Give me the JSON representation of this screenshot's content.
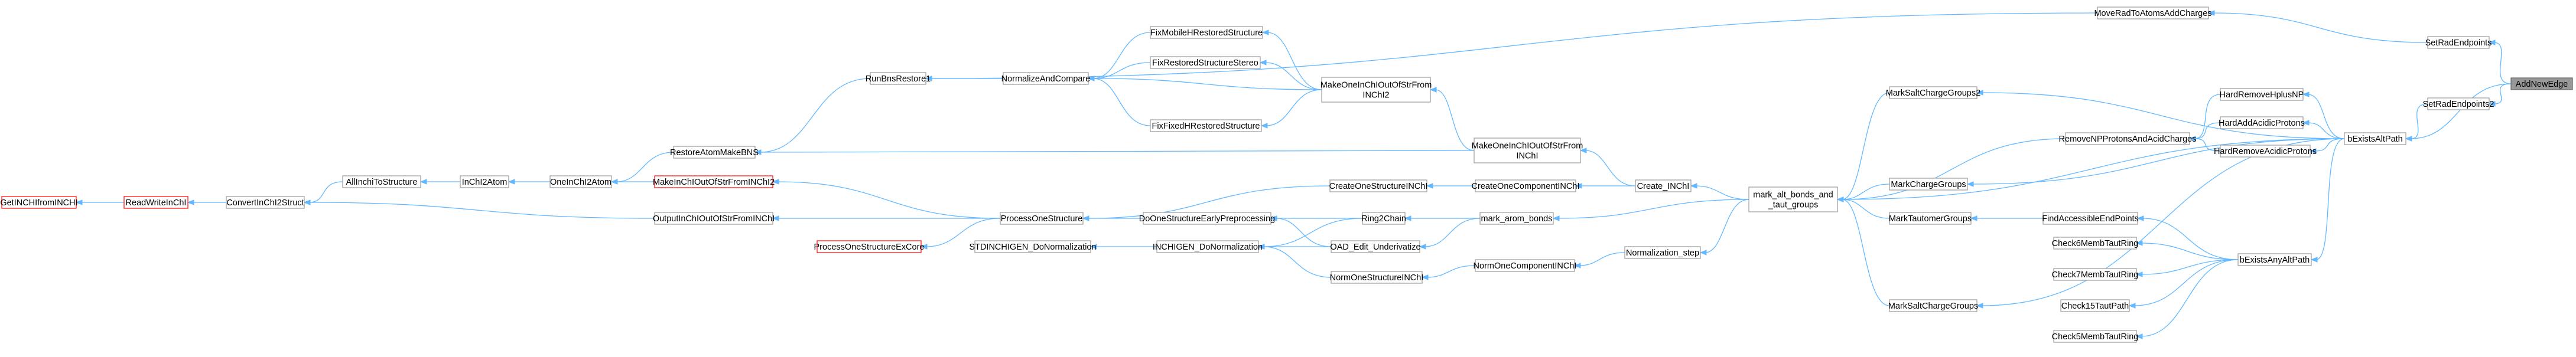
{
  "diagram": {
    "nodes": [
      {
        "id": "AddNewEdge",
        "label": "AddNewEdge",
        "lines": [
          "AddNewEdge"
        ],
        "style": "root"
      },
      {
        "id": "SetRadEndpoints",
        "label": "SetRadEndpoints",
        "lines": [
          "SetRadEndpoints"
        ],
        "style": "normal"
      },
      {
        "id": "SetRadEndpoints2",
        "label": "SetRadEndpoints2",
        "lines": [
          "SetRadEndpoints2"
        ],
        "style": "normal"
      },
      {
        "id": "MoveRadToAtomsAddCharges",
        "label": "MoveRadToAtomsAddCharges",
        "lines": [
          "MoveRadToAtomsAddCharges"
        ],
        "style": "normal"
      },
      {
        "id": "bExistsAltPath",
        "label": "bExistsAltPath",
        "lines": [
          "bExistsAltPath"
        ],
        "style": "normal"
      },
      {
        "id": "RunBnsRestore1",
        "label": "RunBnsRestore1",
        "lines": [
          "RunBnsRestore1"
        ],
        "style": "normal"
      },
      {
        "id": "HardRemoveHplusNP",
        "label": "HardRemoveHplusNP",
        "lines": [
          "HardRemoveHplusNP"
        ],
        "style": "normal"
      },
      {
        "id": "HardAddAcidicProtons",
        "label": "HardAddAcidicProtons",
        "lines": [
          "HardAddAcidicProtons"
        ],
        "style": "normal"
      },
      {
        "id": "HardRemoveAcidicProtons",
        "label": "HardRemoveAcidicProtons",
        "lines": [
          "HardRemoveAcidicProtons"
        ],
        "style": "normal"
      },
      {
        "id": "MarkChargeGroups",
        "label": "MarkChargeGroups",
        "lines": [
          "MarkChargeGroups"
        ],
        "style": "normal"
      },
      {
        "id": "MarkSaltChargeGroups2",
        "label": "MarkSaltChargeGroups2",
        "lines": [
          "MarkSaltChargeGroups2"
        ],
        "style": "normal"
      },
      {
        "id": "RemoveNPProtonsAndAcidCharges",
        "label": "RemoveNPProtonsAndAcidCharges",
        "lines": [
          "RemoveNPProtonsAndAcidCharges"
        ],
        "style": "normal"
      },
      {
        "id": "bExistsAnyAltPath",
        "label": "bExistsAnyAltPath",
        "lines": [
          "bExistsAnyAltPath"
        ],
        "style": "normal"
      },
      {
        "id": "RestoreAtomMakeBNS",
        "label": "RestoreAtomMakeBNS",
        "lines": [
          "RestoreAtomMakeBNS"
        ],
        "style": "normal"
      },
      {
        "id": "NormalizeAndCompare",
        "label": "NormalizeAndCompare",
        "lines": [
          "NormalizeAndCompare"
        ],
        "style": "normal"
      },
      {
        "id": "ConvertInChI2Struct",
        "label": "ConvertInChI2Struct",
        "lines": [
          "ConvertInChI2Struct"
        ],
        "style": "normal"
      },
      {
        "id": "AllInchiToStructure",
        "label": "AllInchiToStructure",
        "lines": [
          "AllInchiToStructure"
        ],
        "style": "normal"
      },
      {
        "id": "InChI2Atom",
        "label": "InChI2Atom",
        "lines": [
          "InChI2Atom"
        ],
        "style": "normal"
      },
      {
        "id": "OneInChI2Atom",
        "label": "OneInChI2Atom",
        "lines": [
          "OneInChI2Atom"
        ],
        "style": "normal"
      },
      {
        "id": "ReadWriteInChI",
        "label": "ReadWriteInChI",
        "lines": [
          "ReadWriteInChI"
        ],
        "style": "red"
      },
      {
        "id": "GetINCHIfromINCHI",
        "label": "GetINCHIfromINCHI",
        "lines": [
          "GetINCHIfromINCHI"
        ],
        "style": "red"
      },
      {
        "id": "MakeInChIOutOfStrFromINChI2",
        "label": "MakeInChIOutOfStrFromINChI2",
        "lines": [
          "MakeInChIOutOfStrFromINChI2"
        ],
        "style": "red"
      },
      {
        "id": "ProcessOneStructure",
        "label": "ProcessOneStructure",
        "lines": [
          "ProcessOneStructure"
        ],
        "style": "normal"
      },
      {
        "id": "OutputInChIOutOfStrFromINChI",
        "label": "OutputInChIOutOfStrFromINChI",
        "lines": [
          "OutputInChIOutOfStrFromINChI"
        ],
        "style": "normal"
      },
      {
        "id": "ProcessOneStructureExCore",
        "label": "ProcessOneStructureExCore",
        "lines": [
          "ProcessOneStructureExCore"
        ],
        "style": "red"
      },
      {
        "id": "STDINCHIGEN_DoNormalization",
        "label": "STDINCHIGEN_DoNormalization",
        "lines": [
          "STDINCHIGEN_DoNormalization"
        ],
        "style": "normal"
      },
      {
        "id": "INCHIGEN_DoNormalization",
        "label": "INCHIGEN_DoNormalization",
        "lines": [
          "INCHIGEN_DoNormalization"
        ],
        "style": "normal"
      },
      {
        "id": "DoOneStructureEarlyPreprocessing",
        "label": "DoOneStructureEarlyPreprocessing",
        "lines": [
          "DoOneStructureEarlyPreprocessing"
        ],
        "style": "normal"
      },
      {
        "id": "CreateOneStructureINChI",
        "label": "CreateOneStructureINChI",
        "lines": [
          "CreateOneStructureINChI"
        ],
        "style": "normal"
      },
      {
        "id": "Ring2Chain",
        "label": "Ring2Chain",
        "lines": [
          "Ring2Chain"
        ],
        "style": "normal"
      },
      {
        "id": "OAD_Edit_Underivatize",
        "label": "OAD_Edit_Underivatize",
        "lines": [
          "OAD_Edit_Underivatize"
        ],
        "style": "normal"
      },
      {
        "id": "NormOneStructureINChI",
        "label": "NormOneStructureINChI",
        "lines": [
          "NormOneStructureINChI"
        ],
        "style": "normal"
      },
      {
        "id": "FixMobileHRestoredStructure",
        "label": "FixMobileHRestoredStructure",
        "lines": [
          "FixMobileHRestoredStructure"
        ],
        "style": "normal"
      },
      {
        "id": "FixRestoredStructureStereo",
        "label": "FixRestoredStructureStereo",
        "lines": [
          "FixRestoredStructureStereo"
        ],
        "style": "normal"
      },
      {
        "id": "FixFixedHRestoredStructure",
        "label": "FixFixedHRestoredStructure",
        "lines": [
          "FixFixedHRestoredStructure"
        ],
        "style": "normal"
      },
      {
        "id": "MakeOneInChIOutOfStrFromINChI2",
        "label": "MakeOneInChIOutOfStrFromINChI2",
        "lines": [
          "MakeOneInChIOutOfStrFrom",
          "INChI2"
        ],
        "style": "normal"
      },
      {
        "id": "MakeOneInChIOutOfStrFromINChI",
        "label": "MakeOneInChIOutOfStrFromINChI",
        "lines": [
          "MakeOneInChIOutOfStrFrom",
          "INChI"
        ],
        "style": "normal"
      },
      {
        "id": "CreateOneComponentINChI",
        "label": "CreateOneComponentINChI",
        "lines": [
          "CreateOneComponentINChI"
        ],
        "style": "normal"
      },
      {
        "id": "Create_INChI",
        "label": "Create_INChI",
        "lines": [
          "Create_INChI"
        ],
        "style": "normal"
      },
      {
        "id": "mark_arom_bonds",
        "label": "mark_arom_bonds",
        "lines": [
          "mark_arom_bonds"
        ],
        "style": "normal"
      },
      {
        "id": "NormOneComponentINChI",
        "label": "NormOneComponentINChI",
        "lines": [
          "NormOneComponentINChI"
        ],
        "style": "normal"
      },
      {
        "id": "Normalization_step",
        "label": "Normalization_step",
        "lines": [
          "Normalization_step"
        ],
        "style": "normal"
      },
      {
        "id": "mark_alt_bonds_and_taut_groups",
        "label": "mark_alt_bonds_and_taut_groups",
        "lines": [
          "mark_alt_bonds_and",
          "_taut_groups"
        ],
        "style": "normal"
      },
      {
        "id": "MarkTautomerGroups",
        "label": "MarkTautomerGroups",
        "lines": [
          "MarkTautomerGroups"
        ],
        "style": "normal"
      },
      {
        "id": "MarkSaltChargeGroups",
        "label": "MarkSaltChargeGroups",
        "lines": [
          "MarkSaltChargeGroups"
        ],
        "style": "normal"
      },
      {
        "id": "FindAccessibleEndPoints",
        "label": "FindAccessibleEndPoints",
        "lines": [
          "FindAccessibleEndPoints"
        ],
        "style": "normal"
      },
      {
        "id": "Check6MembTautRing",
        "label": "Check6MembTautRing",
        "lines": [
          "Check6MembTautRing"
        ],
        "style": "normal"
      },
      {
        "id": "Check7MembTautRing",
        "label": "Check7MembTautRing",
        "lines": [
          "Check7MembTautRing"
        ],
        "style": "normal"
      },
      {
        "id": "Check15TautPath",
        "label": "Check15TautPath",
        "lines": [
          "Check15TautPath"
        ],
        "style": "normal"
      },
      {
        "id": "Check5MembTautRing",
        "label": "Check5MembTautRing",
        "lines": [
          "Check5MembTautRing"
        ],
        "style": "normal"
      }
    ],
    "edges": [
      [
        "SetRadEndpoints",
        "AddNewEdge"
      ],
      [
        "SetRadEndpoints2",
        "AddNewEdge"
      ],
      [
        "bExistsAltPath",
        "AddNewEdge"
      ],
      [
        "MoveRadToAtomsAddCharges",
        "SetRadEndpoints"
      ],
      [
        "RunBnsRestore1",
        "MoveRadToAtomsAddCharges"
      ],
      [
        "RestoreAtomMakeBNS",
        "RunBnsRestore1"
      ],
      [
        "ConvertInChI2Struct",
        "AllInchiToStructure"
      ],
      [
        "AllInchiToStructure",
        "InChI2Atom"
      ],
      [
        "InChI2Atom",
        "OneInChI2Atom"
      ],
      [
        "OneInChI2Atom",
        "RestoreAtomMakeBNS"
      ],
      [
        "ReadWriteInChI",
        "ConvertInChI2Struct"
      ],
      [
        "GetINCHIfromINCHI",
        "ReadWriteInChI"
      ],
      [
        "bExistsAltPath",
        "SetRadEndpoints2"
      ],
      [
        "HardRemoveHplusNP",
        "bExistsAltPath"
      ],
      [
        "HardAddAcidicProtons",
        "bExistsAltPath"
      ],
      [
        "HardRemoveAcidicProtons",
        "bExistsAltPath"
      ],
      [
        "MarkChargeGroups",
        "bExistsAltPath"
      ],
      [
        "MarkSaltChargeGroups2",
        "bExistsAltPath"
      ],
      [
        "MarkSaltChargeGroups",
        "bExistsAltPath"
      ],
      [
        "bExistsAnyAltPath",
        "bExistsAltPath"
      ],
      [
        "mark_alt_bonds_and_taut_groups",
        "bExistsAltPath"
      ],
      [
        "RemoveNPProtonsAndAcidCharges",
        "HardRemoveHplusNP"
      ],
      [
        "RemoveNPProtonsAndAcidCharges",
        "HardAddAcidicProtons"
      ],
      [
        "RemoveNPProtonsAndAcidCharges",
        "HardRemoveAcidicProtons"
      ],
      [
        "mark_alt_bonds_and_taut_groups",
        "MarkChargeGroups"
      ],
      [
        "mark_alt_bonds_and_taut_groups",
        "MarkSaltChargeGroups2"
      ],
      [
        "mark_alt_bonds_and_taut_groups",
        "RemoveNPProtonsAndAcidCharges"
      ],
      [
        "mark_alt_bonds_and_taut_groups",
        "MarkTautomerGroups"
      ],
      [
        "mark_alt_bonds_and_taut_groups",
        "MarkSaltChargeGroups"
      ],
      [
        "MarkTautomerGroups",
        "FindAccessibleEndPoints"
      ],
      [
        "FindAccessibleEndPoints",
        "bExistsAnyAltPath"
      ],
      [
        "Check6MembTautRing",
        "bExistsAnyAltPath"
      ],
      [
        "Check7MembTautRing",
        "bExistsAnyAltPath"
      ],
      [
        "Check15TautPath",
        "bExistsAnyAltPath"
      ],
      [
        "Check5MembTautRing",
        "bExistsAnyAltPath"
      ],
      [
        "RunBnsRestore1",
        "NormalizeAndCompare"
      ],
      [
        "NormalizeAndCompare",
        "FixMobileHRestoredStructure"
      ],
      [
        "NormalizeAndCompare",
        "FixRestoredStructureStereo"
      ],
      [
        "NormalizeAndCompare",
        "FixFixedHRestoredStructure"
      ],
      [
        "NormalizeAndCompare",
        "MakeOneInChIOutOfStrFromINChI2"
      ],
      [
        "FixMobileHRestoredStructure",
        "MakeOneInChIOutOfStrFromINChI2"
      ],
      [
        "FixRestoredStructureStereo",
        "MakeOneInChIOutOfStrFromINChI2"
      ],
      [
        "FixFixedHRestoredStructure",
        "MakeOneInChIOutOfStrFromINChI2"
      ],
      [
        "MakeOneInChIOutOfStrFromINChI2",
        "MakeOneInChIOutOfStrFromINChI"
      ],
      [
        "RestoreAtomMakeBNS",
        "MakeOneInChIOutOfStrFromINChI"
      ],
      [
        "MakeOneInChIOutOfStrFromINChI",
        "Create_INChI"
      ],
      [
        "CreateOneComponentINChI",
        "Create_INChI"
      ],
      [
        "Create_INChI",
        "mark_alt_bonds_and_taut_groups"
      ],
      [
        "mark_arom_bonds",
        "mark_alt_bonds_and_taut_groups"
      ],
      [
        "Normalization_step",
        "mark_alt_bonds_and_taut_groups"
      ],
      [
        "NormOneComponentINChI",
        "Normalization_step"
      ],
      [
        "NormOneStructureINChI",
        "NormOneComponentINChI"
      ],
      [
        "CreateOneStructureINChI",
        "CreateOneComponentINChI"
      ],
      [
        "ProcessOneStructure",
        "CreateOneStructureINChI"
      ],
      [
        "MakeInChIOutOfStrFromINChI2",
        "ProcessOneStructure"
      ],
      [
        "OutputInChIOutOfStrFromINChI",
        "ProcessOneStructure"
      ],
      [
        "ConvertInChI2Struct",
        "OutputInChIOutOfStrFromINChI"
      ],
      [
        "ProcessOneStructureExCore",
        "ProcessOneStructure"
      ],
      [
        "ProcessOneStructure",
        "DoOneStructureEarlyPreprocessing"
      ],
      [
        "DoOneStructureEarlyPreprocessing",
        "Ring2Chain"
      ],
      [
        "DoOneStructureEarlyPreprocessing",
        "OAD_Edit_Underivatize"
      ],
      [
        "Ring2Chain",
        "mark_arom_bonds"
      ],
      [
        "OAD_Edit_Underivatize",
        "mark_arom_bonds"
      ],
      [
        "INCHIGEN_DoNormalization",
        "Ring2Chain"
      ],
      [
        "INCHIGEN_DoNormalization",
        "OAD_Edit_Underivatize"
      ],
      [
        "INCHIGEN_DoNormalization",
        "NormOneStructureINChI"
      ],
      [
        "STDINCHIGEN_DoNormalization",
        "INCHIGEN_DoNormalization"
      ],
      [
        "OneInChI2Atom",
        "MakeInChIOutOfStrFromINChI2"
      ]
    ]
  }
}
